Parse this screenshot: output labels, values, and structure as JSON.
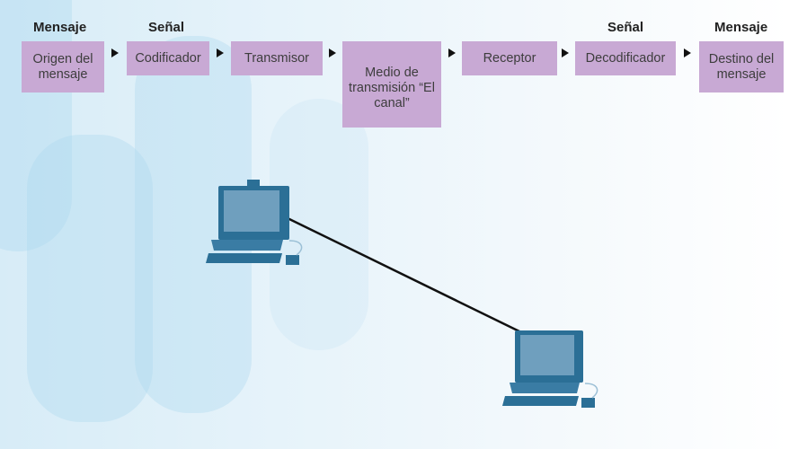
{
  "labels": {
    "top_left": "Mensaje",
    "signal_left": "Señal",
    "signal_right": "Señal",
    "top_right": "Mensaje"
  },
  "flow": {
    "source": "Origen del mensaje",
    "encoder": "Codificador",
    "transmitter": "Transmisor",
    "medium": "Medio de transmisión “El canal”",
    "receiver": "Receptor",
    "decoder": "Decodificador",
    "destination": "Destino del mensaje"
  },
  "colors": {
    "box": "#c8a9d4",
    "computer": "#2b6f96",
    "screen": "#6f9fbe",
    "link": "#111111"
  },
  "icons": [
    "computer-icon-sender",
    "computer-icon-receiver",
    "arrow-icon"
  ]
}
